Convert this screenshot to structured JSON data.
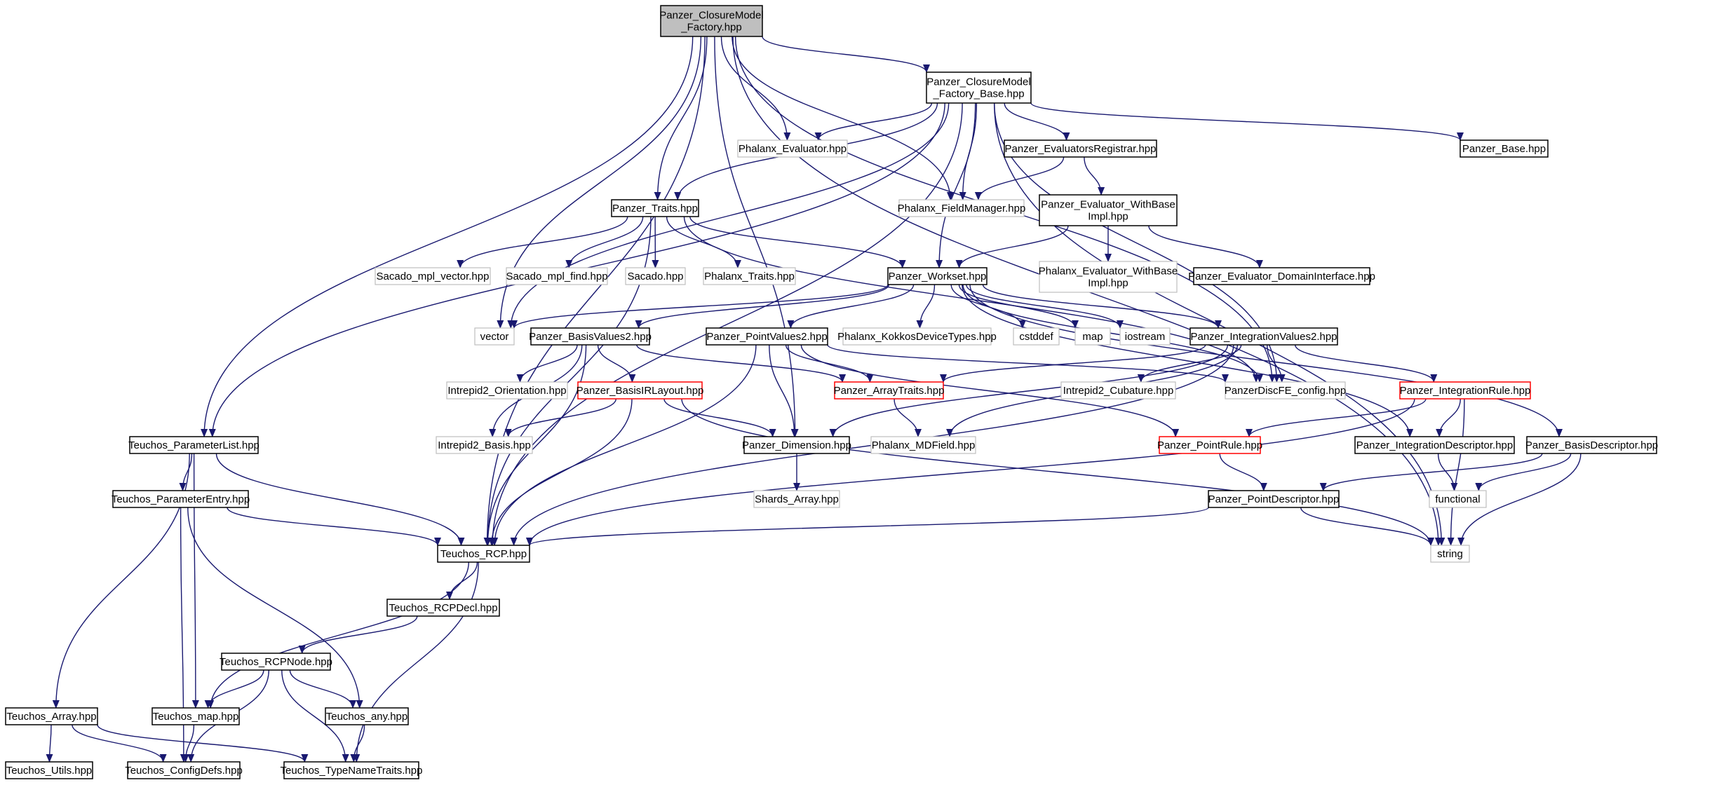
{
  "graph": {
    "nodes": [
      {
        "id": "root",
        "label": "Panzer_ClosureModel\n_Factory.hpp",
        "style": "root"
      },
      {
        "id": "factory_base",
        "label": "Panzer_ClosureModel\n_Factory_Base.hpp",
        "style": "normal"
      },
      {
        "id": "phx_evaluator",
        "label": "Phalanx_Evaluator.hpp",
        "style": "external"
      },
      {
        "id": "panzer_base",
        "label": "Panzer_Base.hpp",
        "style": "normal"
      },
      {
        "id": "evaluators_registrar",
        "label": "Panzer_EvaluatorsRegistrar.hpp",
        "style": "normal"
      },
      {
        "id": "phx_fieldmanager",
        "label": "Phalanx_FieldManager.hpp",
        "style": "external"
      },
      {
        "id": "panzer_traits",
        "label": "Panzer_Traits.hpp",
        "style": "normal"
      },
      {
        "id": "eval_withbaseimpl",
        "label": "Panzer_Evaluator_WithBase\nImpl.hpp",
        "style": "normal"
      },
      {
        "id": "sacado_vector",
        "label": "Sacado_mpl_vector.hpp",
        "style": "external"
      },
      {
        "id": "sacado_find",
        "label": "Sacado_mpl_find.hpp",
        "style": "external"
      },
      {
        "id": "sacado",
        "label": "Sacado.hpp",
        "style": "external"
      },
      {
        "id": "phx_traits",
        "label": "Phalanx_Traits.hpp",
        "style": "external"
      },
      {
        "id": "workset",
        "label": "Panzer_Workset.hpp",
        "style": "normal"
      },
      {
        "id": "phx_eval_withbaseimpl",
        "label": "Phalanx_Evaluator_WithBase\nImpl.hpp",
        "style": "external"
      },
      {
        "id": "eval_domaininterface",
        "label": "Panzer_Evaluator_DomainInterface.hpp",
        "style": "normal"
      },
      {
        "id": "vector",
        "label": "vector",
        "style": "external"
      },
      {
        "id": "basisvalues2",
        "label": "Panzer_BasisValues2.hpp",
        "style": "normal"
      },
      {
        "id": "pointvalues2",
        "label": "Panzer_PointValues2.hpp",
        "style": "normal"
      },
      {
        "id": "phx_kokkos",
        "label": "Phalanx_KokkosDeviceTypes.hpp",
        "style": "external"
      },
      {
        "id": "cstddef",
        "label": "cstddef",
        "style": "external"
      },
      {
        "id": "map",
        "label": "map",
        "style": "external"
      },
      {
        "id": "iostream",
        "label": "iostream",
        "style": "external"
      },
      {
        "id": "integrationvalues2",
        "label": "Panzer_IntegrationValues2.hpp",
        "style": "normal"
      },
      {
        "id": "intrepid_orientation",
        "label": "Intrepid2_Orientation.hpp",
        "style": "external"
      },
      {
        "id": "basisirlayout",
        "label": "Panzer_BasisIRLayout.hpp",
        "style": "truncated"
      },
      {
        "id": "arraytraits",
        "label": "Panzer_ArrayTraits.hpp",
        "style": "truncated"
      },
      {
        "id": "intrepid_cubature",
        "label": "Intrepid2_Cubature.hpp",
        "style": "external"
      },
      {
        "id": "discfe_config",
        "label": "PanzerDiscFE_config.hpp",
        "style": "external"
      },
      {
        "id": "integrationrule",
        "label": "Panzer_IntegrationRule.hpp",
        "style": "truncated"
      },
      {
        "id": "teuchos_parameterlist",
        "label": "Teuchos_ParameterList.hpp",
        "style": "normal"
      },
      {
        "id": "intrepid_basis",
        "label": "Intrepid2_Basis.hpp",
        "style": "external"
      },
      {
        "id": "dimension",
        "label": "Panzer_Dimension.hpp",
        "style": "normal"
      },
      {
        "id": "phx_mdfield",
        "label": "Phalanx_MDField.hpp",
        "style": "external"
      },
      {
        "id": "pointrule",
        "label": "Panzer_PointRule.hpp",
        "style": "truncated"
      },
      {
        "id": "integrationdescriptor",
        "label": "Panzer_IntegrationDescriptor.hpp",
        "style": "normal"
      },
      {
        "id": "basisdescriptor",
        "label": "Panzer_BasisDescriptor.hpp",
        "style": "normal"
      },
      {
        "id": "teuchos_parameterentry",
        "label": "Teuchos_ParameterEntry.hpp",
        "style": "normal"
      },
      {
        "id": "shards_array",
        "label": "Shards_Array.hpp",
        "style": "external"
      },
      {
        "id": "pointdescriptor",
        "label": "Panzer_PointDescriptor.hpp",
        "style": "normal"
      },
      {
        "id": "functional",
        "label": "functional",
        "style": "external"
      },
      {
        "id": "teuchos_rcp",
        "label": "Teuchos_RCP.hpp",
        "style": "normal"
      },
      {
        "id": "string",
        "label": "string",
        "style": "external"
      },
      {
        "id": "teuchos_rcpdecl",
        "label": "Teuchos_RCPDecl.hpp",
        "style": "normal"
      },
      {
        "id": "teuchos_rcpnode",
        "label": "Teuchos_RCPNode.hpp",
        "style": "normal"
      },
      {
        "id": "teuchos_array",
        "label": "Teuchos_Array.hpp",
        "style": "normal"
      },
      {
        "id": "teuchos_map",
        "label": "Teuchos_map.hpp",
        "style": "normal"
      },
      {
        "id": "teuchos_any",
        "label": "Teuchos_any.hpp",
        "style": "normal"
      },
      {
        "id": "teuchos_utils",
        "label": "Teuchos_Utils.hpp",
        "style": "normal"
      },
      {
        "id": "teuchos_configdefs",
        "label": "Teuchos_ConfigDefs.hpp",
        "style": "normal"
      },
      {
        "id": "teuchos_typenametraits",
        "label": "Teuchos_TypeNameTraits.hpp",
        "style": "normal"
      }
    ],
    "edges": [
      [
        "root",
        "factory_base"
      ],
      [
        "root",
        "phx_evaluator"
      ],
      [
        "root",
        "phx_fieldmanager"
      ],
      [
        "root",
        "panzer_traits"
      ],
      [
        "root",
        "vector"
      ],
      [
        "root",
        "dimension"
      ],
      [
        "root",
        "teuchos_parameterlist"
      ],
      [
        "root",
        "teuchos_rcp"
      ],
      [
        "root",
        "discfe_config"
      ],
      [
        "root",
        "string"
      ],
      [
        "factory_base",
        "phx_evaluator"
      ],
      [
        "factory_base",
        "panzer_base"
      ],
      [
        "factory_base",
        "evaluators_registrar"
      ],
      [
        "factory_base",
        "phx_fieldmanager"
      ],
      [
        "factory_base",
        "panzer_traits"
      ],
      [
        "factory_base",
        "workset"
      ],
      [
        "factory_base",
        "vector"
      ],
      [
        "factory_base",
        "teuchos_parameterlist"
      ],
      [
        "factory_base",
        "discfe_config"
      ],
      [
        "factory_base",
        "teuchos_rcp"
      ],
      [
        "factory_base",
        "string"
      ],
      [
        "evaluators_registrar",
        "phx_fieldmanager"
      ],
      [
        "evaluators_registrar",
        "eval_withbaseimpl"
      ],
      [
        "eval_withbaseimpl",
        "phx_eval_withbaseimpl"
      ],
      [
        "eval_withbaseimpl",
        "eval_domaininterface"
      ],
      [
        "eval_withbaseimpl",
        "workset"
      ],
      [
        "panzer_traits",
        "sacado_vector"
      ],
      [
        "panzer_traits",
        "sacado_find"
      ],
      [
        "panzer_traits",
        "sacado"
      ],
      [
        "panzer_traits",
        "phx_traits"
      ],
      [
        "panzer_traits",
        "workset"
      ],
      [
        "panzer_traits",
        "teuchos_rcp"
      ],
      [
        "panzer_traits",
        "discfe_config"
      ],
      [
        "workset",
        "vector"
      ],
      [
        "workset",
        "basisvalues2"
      ],
      [
        "workset",
        "pointvalues2"
      ],
      [
        "workset",
        "phx_kokkos"
      ],
      [
        "workset",
        "cstddef"
      ],
      [
        "workset",
        "map"
      ],
      [
        "workset",
        "iostream"
      ],
      [
        "workset",
        "integrationvalues2"
      ],
      [
        "workset",
        "discfe_config"
      ],
      [
        "workset",
        "integrationdescriptor"
      ],
      [
        "workset",
        "basisdescriptor"
      ],
      [
        "basisvalues2",
        "intrepid_orientation"
      ],
      [
        "basisvalues2",
        "basisirlayout"
      ],
      [
        "basisvalues2",
        "arraytraits"
      ],
      [
        "basisvalues2",
        "intrepid_basis"
      ],
      [
        "basisvalues2",
        "teuchos_rcp"
      ],
      [
        "basisirlayout",
        "intrepid_basis"
      ],
      [
        "basisirlayout",
        "dimension"
      ],
      [
        "basisirlayout",
        "teuchos_rcp"
      ],
      [
        "basisirlayout",
        "string"
      ],
      [
        "pointvalues2",
        "arraytraits"
      ],
      [
        "pointvalues2",
        "dimension"
      ],
      [
        "pointvalues2",
        "pointrule"
      ],
      [
        "pointvalues2",
        "discfe_config"
      ],
      [
        "pointvalues2",
        "teuchos_rcp"
      ],
      [
        "integrationvalues2",
        "arraytraits"
      ],
      [
        "integrationvalues2",
        "intrepid_cubature"
      ],
      [
        "integrationvalues2",
        "discfe_config"
      ],
      [
        "integrationvalues2",
        "integrationrule"
      ],
      [
        "integrationvalues2",
        "dimension"
      ],
      [
        "integrationvalues2",
        "phx_mdfield"
      ],
      [
        "integrationvalues2",
        "teuchos_rcp"
      ],
      [
        "arraytraits",
        "phx_mdfield"
      ],
      [
        "integrationrule",
        "pointrule"
      ],
      [
        "integrationrule",
        "integrationdescriptor"
      ],
      [
        "integrationrule",
        "string"
      ],
      [
        "integrationrule",
        "teuchos_rcp"
      ],
      [
        "pointrule",
        "pointdescriptor"
      ],
      [
        "integrationdescriptor",
        "functional"
      ],
      [
        "basisdescriptor",
        "functional"
      ],
      [
        "basisdescriptor",
        "string"
      ],
      [
        "basisdescriptor",
        "pointdescriptor"
      ],
      [
        "pointdescriptor",
        "string"
      ],
      [
        "pointdescriptor",
        "teuchos_rcp"
      ],
      [
        "dimension",
        "shards_array"
      ],
      [
        "teuchos_parameterlist",
        "teuchos_parameterentry"
      ],
      [
        "teuchos_parameterlist",
        "teuchos_rcp"
      ],
      [
        "teuchos_parameterlist",
        "teuchos_map"
      ],
      [
        "teuchos_parameterlist",
        "teuchos_array"
      ],
      [
        "teuchos_parameterentry",
        "teuchos_rcp"
      ],
      [
        "teuchos_parameterentry",
        "teuchos_any"
      ],
      [
        "teuchos_parameterentry",
        "teuchos_configdefs"
      ],
      [
        "teuchos_rcp",
        "teuchos_rcpdecl"
      ],
      [
        "teuchos_rcp",
        "teuchos_map"
      ],
      [
        "teuchos_rcp",
        "teuchos_typenametraits"
      ],
      [
        "teuchos_rcpdecl",
        "teuchos_rcpnode"
      ],
      [
        "teuchos_rcpnode",
        "teuchos_map"
      ],
      [
        "teuchos_rcpnode",
        "teuchos_any"
      ],
      [
        "teuchos_rcpnode",
        "teuchos_configdefs"
      ],
      [
        "teuchos_rcpnode",
        "teuchos_typenametraits"
      ],
      [
        "teuchos_array",
        "teuchos_utils"
      ],
      [
        "teuchos_array",
        "teuchos_configdefs"
      ],
      [
        "teuchos_array",
        "teuchos_typenametraits"
      ],
      [
        "teuchos_map",
        "teuchos_configdefs"
      ],
      [
        "teuchos_any",
        "teuchos_typenametraits"
      ]
    ]
  },
  "colors": {
    "edge": "#191970",
    "root_fill": "#bfbfbf",
    "normal_border": "#000000",
    "external_border": "#bfbfbf",
    "truncated_border": "#ff0000",
    "text": "#000000"
  }
}
